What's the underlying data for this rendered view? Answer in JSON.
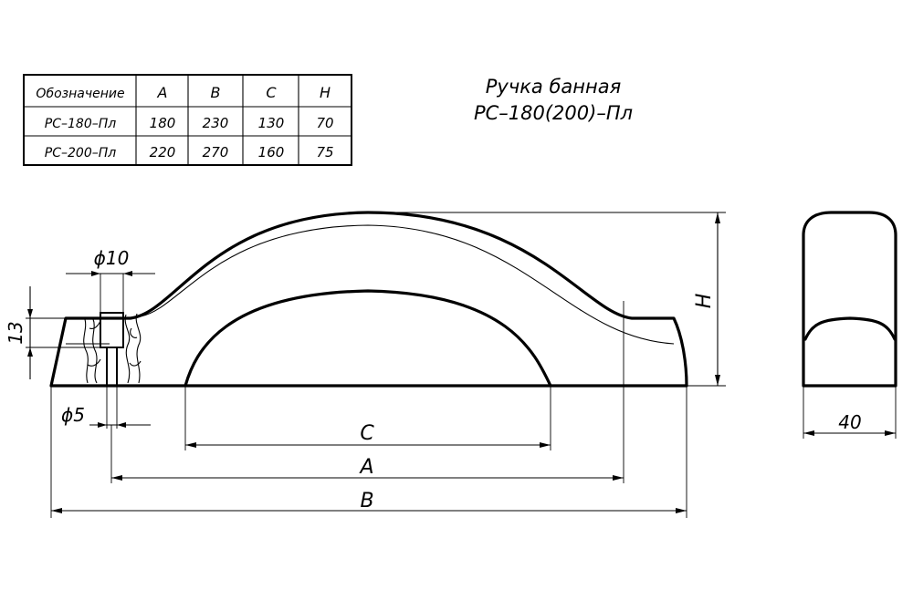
{
  "title": {
    "line1": "Ручка банная",
    "line2": "РС–180(200)–Пл"
  },
  "table": {
    "headers": [
      "Обозначение",
      "A",
      "B",
      "C",
      "H"
    ],
    "rows": [
      [
        "РС–180–Пл",
        "180",
        "230",
        "130",
        "70"
      ],
      [
        "РС–200–Пл",
        "220",
        "270",
        "160",
        "75"
      ]
    ]
  },
  "dimensions": {
    "hole_top": "ϕ10",
    "hole_bottom": "ϕ5",
    "depth": "13",
    "C": "C",
    "A": "A",
    "B": "B",
    "H": "H",
    "width": "40"
  },
  "colors": {
    "line": "#000000",
    "background": "#ffffff"
  }
}
